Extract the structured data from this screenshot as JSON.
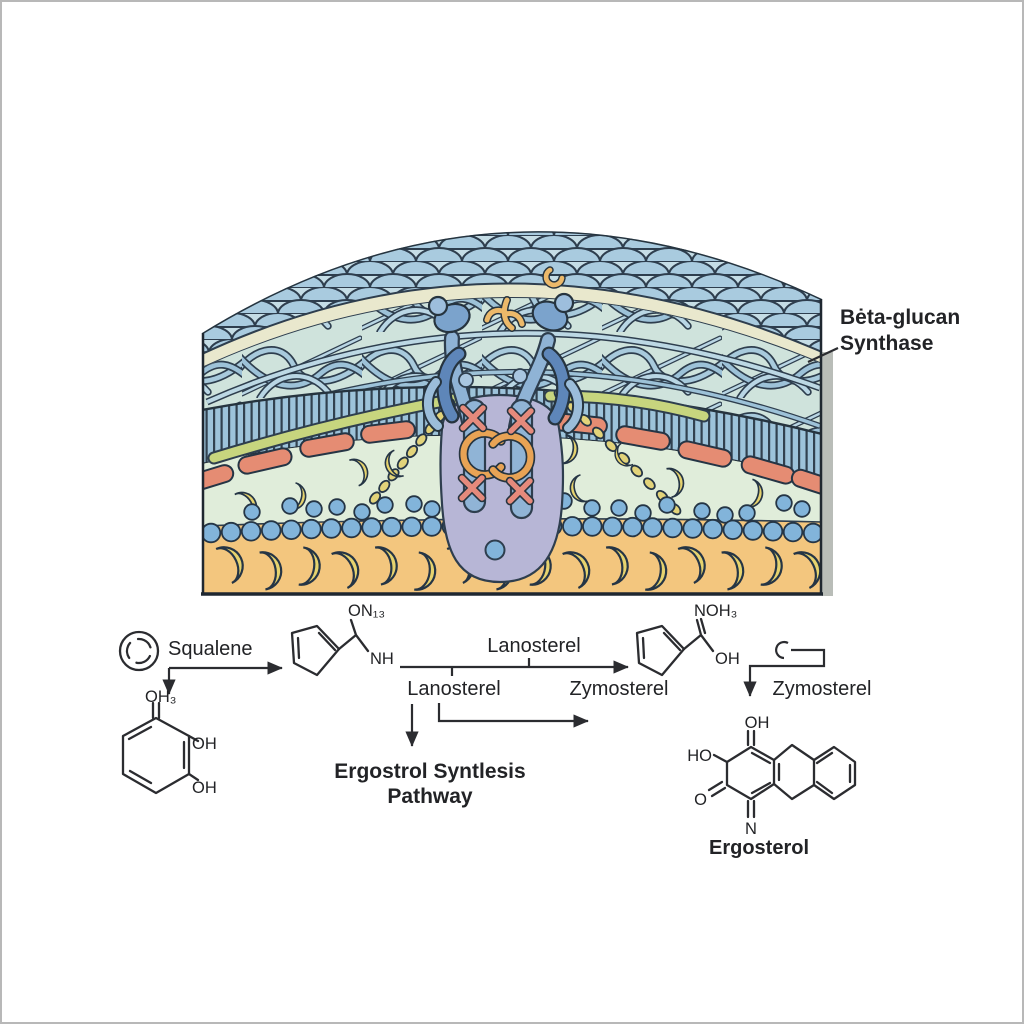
{
  "figure": {
    "callout": {
      "line1": "Bėta-glucan",
      "line2": "Synthase"
    }
  },
  "pathway": {
    "labels": {
      "squalene": "Squalene",
      "lanosterol_top": "Lanosterel",
      "lanosterol_bottom": "Lanosterel",
      "zymosterol_middle": "Zymosterel",
      "zymosterol_right": "Zymosterel",
      "title_line1": "Ergostrol Syntlesis",
      "title_line2": "Pathway",
      "ergosterol": "Ergosterol"
    },
    "chem_labels": {
      "s2_top": "ON₁₃",
      "s2_nh": "NH",
      "s3_top": "NOH₃",
      "s3_oh": "OH",
      "s4_top": "OH₃",
      "s4_oh_upper": "OH",
      "s4_oh_lower": "OH",
      "s5_oh_top": "OH",
      "s5_ho": "HO",
      "s5_o": "O",
      "s5_n": "N"
    }
  },
  "colors": {
    "ink": "#2b2c30",
    "outline": "#2e3e4e",
    "fiber_blue": "#a9cbdf",
    "fiber_bg": "#cfe3dc",
    "scale_bg": "#c5dde6",
    "cream_band": "#e9e8cd",
    "comb_blue": "#9dc3da",
    "periplasm_green": "#e0edda",
    "membrane_salmon": "#e58c73",
    "crescent_yellow": "#e6d36e",
    "bead_blue": "#82b4da",
    "lipid_orange": "#f3c67e",
    "synthase_purple": "#b7b6d6",
    "tube_blue": "#90b4d6",
    "hook_blue": "#5e86b9",
    "loop_orange": "#e8a355",
    "x_salmon": "#e58a7c",
    "rod_green": "#c7d57e",
    "shadow_grey": "#b9bdb8"
  }
}
